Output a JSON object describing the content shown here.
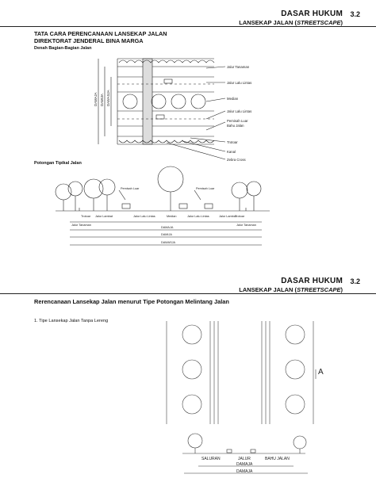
{
  "page1": {
    "header_title": "DASAR HUKUM",
    "header_subtitle_main": "LANSEKAP JALAN (",
    "header_subtitle_italic": "STREETSCAPE",
    "header_subtitle_end": ")",
    "header_number": "3.2",
    "doc_title_line1": "TATA CARA PERENCANAAN LANSEKAP JALAN",
    "doc_title_line2": "DIREKTORAT JENDERAL BINA MARGA",
    "plan_label": "Denah Bagian-Bagian Jalan",
    "plan_vertical_labels": [
      "DAMAJA",
      "DAMIJA",
      "DAWASJA"
    ],
    "plan_callouts": [
      "Jalur Tanaman",
      "Jalur Lalu Lintas",
      "Median",
      "Jalur Lalu Lintas",
      "Pemisah Luar",
      "Bahu Jalan",
      "Trotoar",
      "Kanal",
      "Zebra Cross"
    ],
    "section_label": "Potongan Tipikal Jalan",
    "section_callouts": [
      "Pemisah Luar",
      "Pemisah Luar"
    ],
    "section_bottom_labels": [
      "Trotoar",
      "Jalur Lambat",
      "Jalur Lalu Lintas",
      "Median",
      "Jalur Lalu Lintas",
      "Jalur Lambat",
      "Trotoar"
    ],
    "section_small_labels": [
      "Jalur Tanaman",
      "Jalur Tanaman"
    ],
    "dimension_labels": [
      "DAMAJA",
      "DAMIJA",
      "DAWASJA"
    ]
  },
  "page2": {
    "header_title": "DASAR HUKUM",
    "header_subtitle_main": "LANSEKAP JALAN (",
    "header_subtitle_italic": "STREETSCAPE",
    "header_subtitle_end": ")",
    "header_number": "3.2",
    "heading": "Rerencanaan Lansekap Jalan menurut Tipe Potongan Melintang Jalan",
    "item": "1. Tipe Lansekap Jalan Tanpa Lereng",
    "section_marker": "A",
    "section_labels": [
      "SALURAN",
      "JALUR",
      "BAHU JALAN"
    ],
    "dimension_labels": [
      "DAMAJA",
      "DAMAJA"
    ]
  }
}
